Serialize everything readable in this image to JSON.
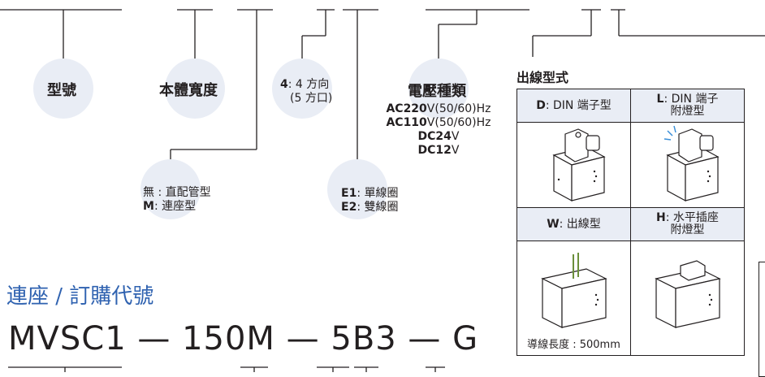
{
  "colors": {
    "circle": "#e9edf5",
    "title": "#2f62b0",
    "line": "#231f20"
  },
  "labels": {
    "model": "型號",
    "body_width": "本體寬度",
    "direction_code": "4",
    "direction_line1": ": 4 方向",
    "direction_line2": "(5 方口)",
    "voltage_title": "電壓種類",
    "v1_code": "AC220",
    "v1_rest": "V(50/60)Hz",
    "v2_code": "AC110",
    "v2_rest": "V(50/60)Hz",
    "v3_code": "DC24",
    "v3_rest": "V",
    "v4_code": "DC12",
    "v4_rest": "V",
    "pipe_none": "無 : 直配管型",
    "pipe_m_code": "M",
    "pipe_m_text": ": 連座型",
    "coil_e1_code": "E1",
    "coil_e1_text": ": 單線圈",
    "coil_e2_code": "E2",
    "coil_e2_text": ": 雙線圈"
  },
  "section_title": "出線型式",
  "options": [
    {
      "code": "D",
      "text": ": DIN 端子型"
    },
    {
      "code": "L",
      "text": ": DIN 端子",
      "text2": "附燈型"
    },
    {
      "code": "W",
      "text": ": 出線型"
    },
    {
      "code": "H",
      "text": ": 水平插座",
      "text2": "附燈型"
    }
  ],
  "wire_length": "導線長度 : 500mm",
  "order_title": "連座 / 訂購代號",
  "order_code": "MVSC1 — 150M — 5B3 — G"
}
